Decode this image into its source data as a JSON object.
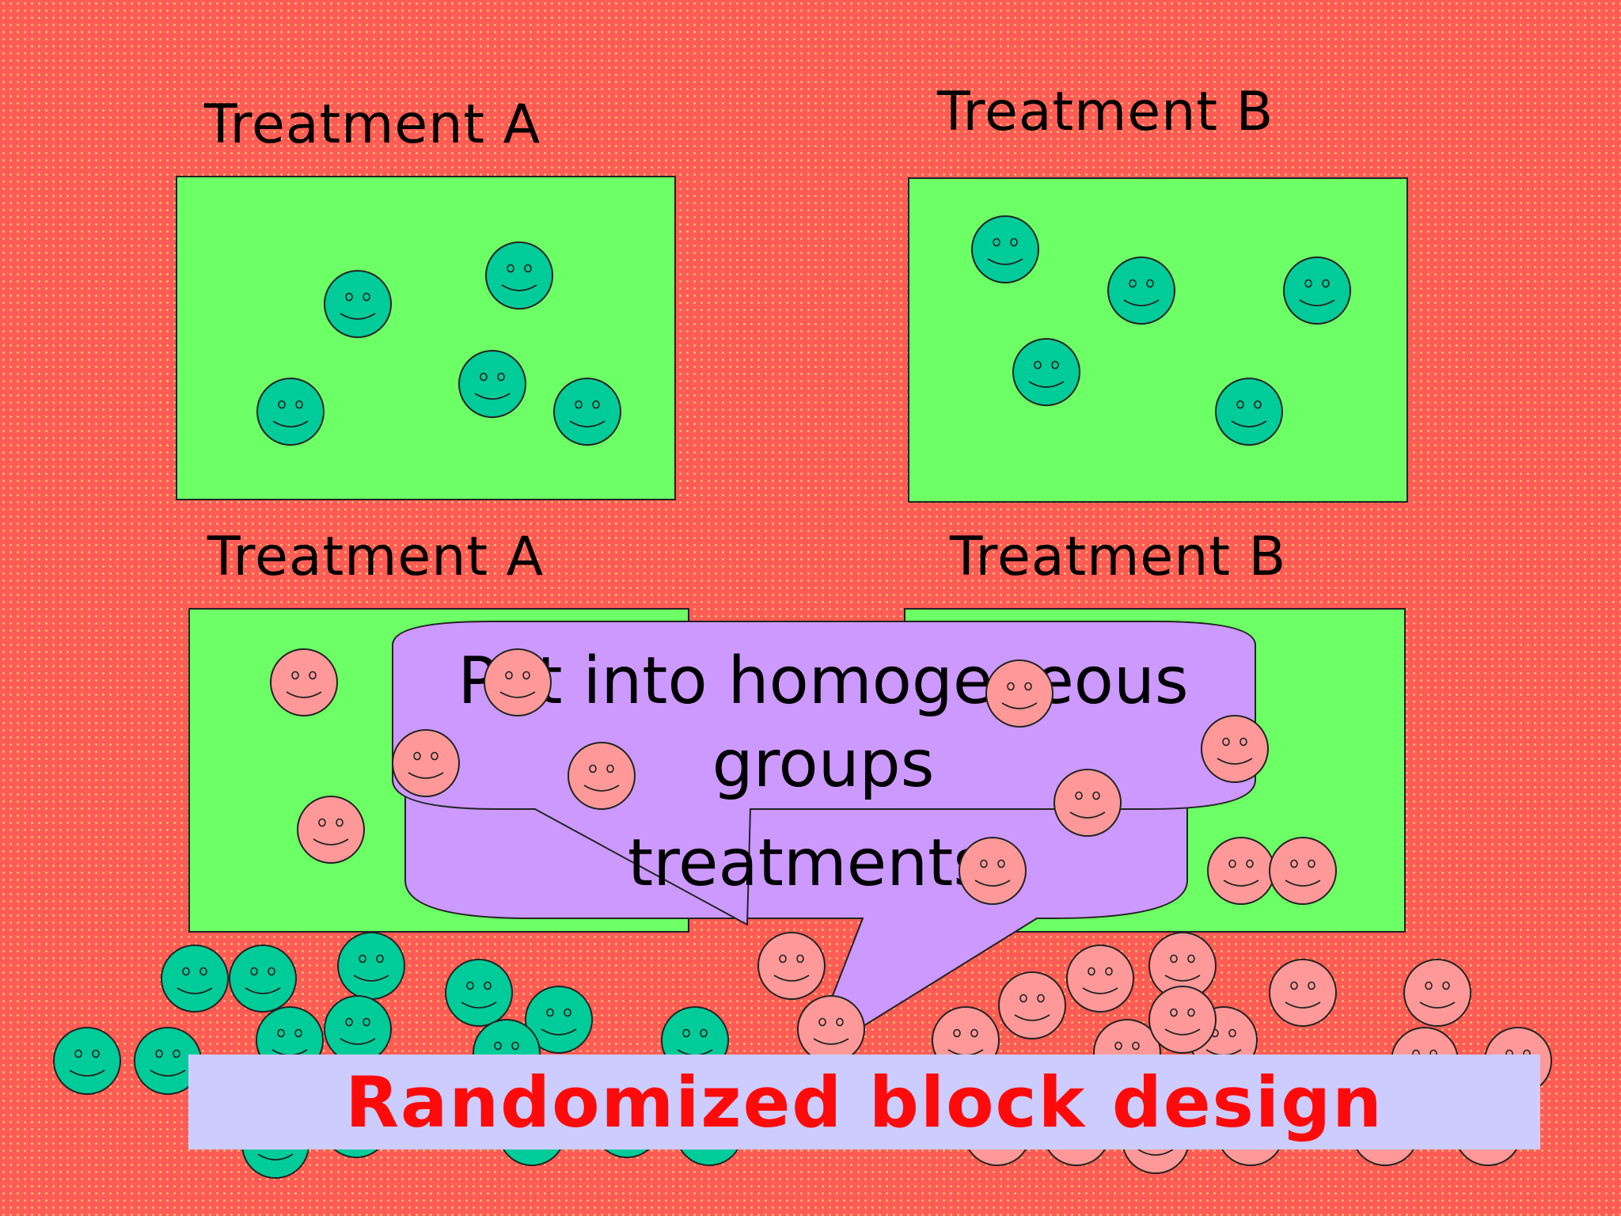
{
  "labels": {
    "top_left": "Treatment A",
    "top_right": "Treatment B",
    "bottom_left": "Treatment A",
    "bottom_right": "Treatment B"
  },
  "callout": {
    "line1": "Put into homogeneous",
    "line2": "groups",
    "back_text": "treatments"
  },
  "banner": {
    "text": "Randomized block design"
  },
  "colors": {
    "background": "#ff5c55",
    "box": "#6dff66",
    "green_face": "#00cc99",
    "pink_face": "#ff9999",
    "bubble": "#cc99ff",
    "banner": "#ccccff",
    "banner_text": "#ff0a0a"
  }
}
